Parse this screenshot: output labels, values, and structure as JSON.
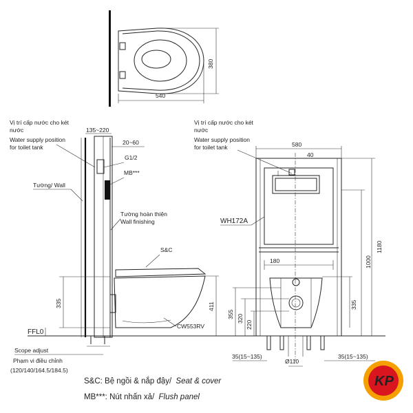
{
  "top_view": {
    "width_dim": "540",
    "depth_dim": "380"
  },
  "side_view": {
    "water_supply_vi_line1": "Vị trí cấp nước cho két",
    "water_supply_vi_line2": "nước",
    "water_supply_en_line1": "Water supply position",
    "water_supply_en_line2": "for toilet tank",
    "dim_135_220": "135~220",
    "dim_20_60": "20~60",
    "g12": "G1/2",
    "mb": "MB***",
    "wall_label": "Tường/ Wall",
    "wall_finish_vi": "Tường hoàn thiện",
    "wall_finish_en": "Wall finishing",
    "sc": "S&C",
    "dim_335": "335",
    "dim_411": "411",
    "model_bowl": "CW553RV",
    "ffl": "FFL0",
    "scope_en": "Scope adjust",
    "scope_vi": "Phạm vi điều chỉnh",
    "scope_values": "(120/140/164.5/184.5)"
  },
  "front_view": {
    "water_supply_vi_line1": "Vị trí cấp nước cho két",
    "water_supply_vi_line2": "nước",
    "water_supply_en_line1": "Water supply position",
    "water_supply_en_line2": "for toilet tank",
    "dim_580": "580",
    "dim_40": "40",
    "model_frame": "WH172A",
    "dim_180": "180",
    "dim_1180": "1180",
    "dim_1000": "1000",
    "dim_335": "335",
    "dim_355": "355",
    "dim_320": "320",
    "dim_220": "220",
    "dim_35_left": "35(15~135)",
    "dim_110": "Ø110",
    "dim_35_right": "35(15~135)"
  },
  "legend": {
    "line1_vi": "S&C: Bệ ngồi & nắp đậy/",
    "line1_en": "Seat & cover",
    "line2_vi": "MB***: Nút nhấn xả/",
    "line2_en": "Flush panel"
  },
  "logo": {
    "text": "KP",
    "outer_color": "#f5a000",
    "inner_color": "#d9151f"
  }
}
